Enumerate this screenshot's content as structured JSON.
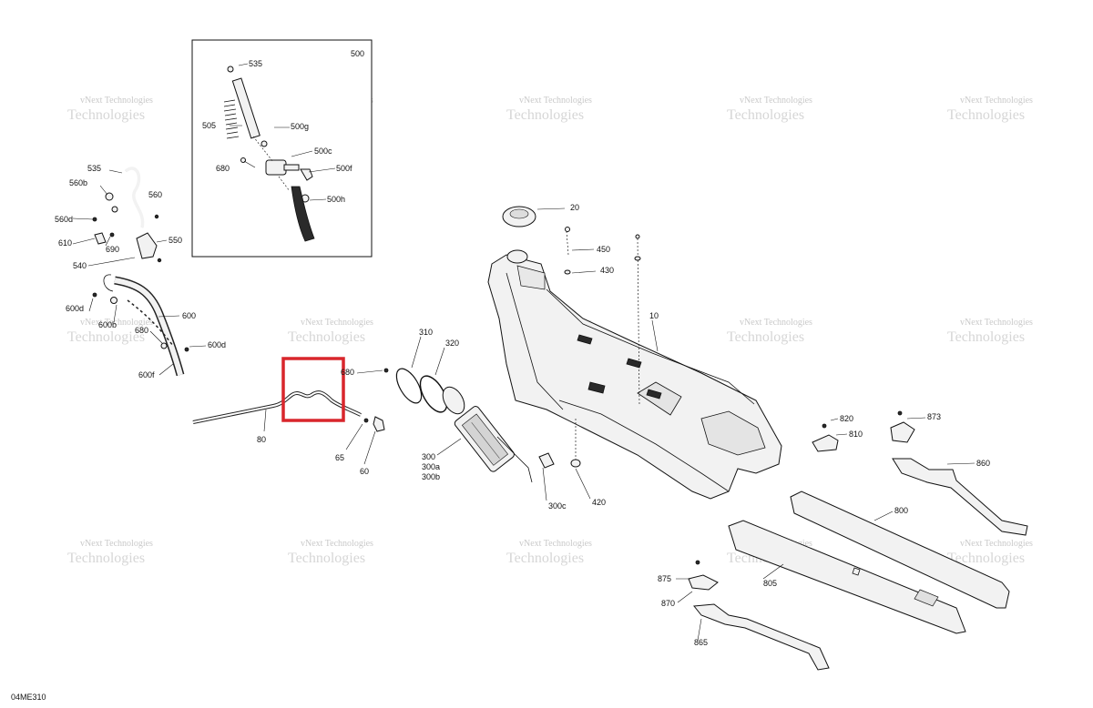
{
  "figure_code": "04ME310",
  "inset": {
    "title": "500"
  },
  "highlight_color": "#d9262c",
  "watermark": {
    "line1": "vNext Technologies",
    "line2": "Technologies"
  },
  "callouts": {
    "c535i": "535",
    "c505": "505",
    "c500g": "500g",
    "c680i": "680",
    "c500c": "500c",
    "c500f": "500f",
    "c500h": "500h",
    "c535": "535",
    "c560b": "560b",
    "c560": "560",
    "c560d": "560d",
    "c610": "610",
    "c690": "690",
    "c550": "550",
    "c540": "540",
    "c600d": "600d",
    "c600b": "600b",
    "c600": "600",
    "c680a": "680",
    "c600d2": "600d",
    "c600f": "600f",
    "c80": "80",
    "c680b": "680",
    "c65": "65",
    "c60": "60",
    "c310": "310",
    "c320": "320",
    "c300": "300",
    "c300a": "300a",
    "c300b": "300b",
    "c300c": "300c",
    "c20": "20",
    "c450": "450",
    "c430": "430",
    "c10": "10",
    "c420": "420",
    "c820": "820",
    "c810": "810",
    "c873": "873",
    "c860": "860",
    "c800": "800",
    "c805": "805",
    "c875": "875",
    "c870": "870",
    "c865": "865"
  }
}
